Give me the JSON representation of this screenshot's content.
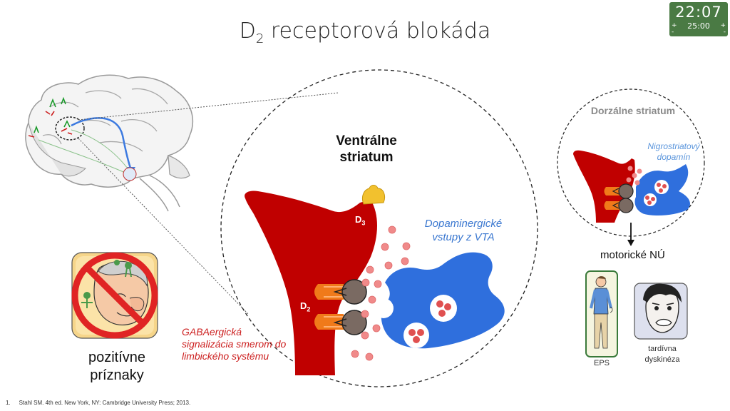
{
  "slide": {
    "title_main": "D",
    "title_sub": "2",
    "title_rest": " receptorová blokáda"
  },
  "timer": {
    "current": "22:07",
    "total": "25:00",
    "plus": "+",
    "minus": "-"
  },
  "labels": {
    "ventral_striatum": "Ventrálne striatum",
    "dorsal_striatum": "Dorzálne striatum",
    "dopaminergic_inputs": "Dopaminergické vstupy z VTA",
    "nigrostriatal": "Nigrostriatový dopamín",
    "d3_base": "D",
    "d3_sub": "3",
    "d2_base": "D",
    "d2_sub": "2",
    "gaba": "GABAergická signalizácia smerom do limbického systému",
    "positive_symptoms": "pozitívne príznaky",
    "motor_side_effects": "motorické NÚ",
    "eps": "EPS",
    "tardive": "tardívna dyskinéza"
  },
  "footnote": {
    "number": "1.",
    "text": "Stahl SM. 4th ed. New York, NY: Cambridge University Press; 2013."
  },
  "colors": {
    "neuron_red": "#c00000",
    "presynaptic_blue": "#2f6fdd",
    "receptor_orange": "#f07a1a",
    "d3_yellow": "#f2c12e",
    "dopamine_dot": "#f08080",
    "antagonist_brown": "#7a6a62",
    "timer_green": "#4a7a44"
  },
  "icons": {
    "brain": "brain-sagittal-icon",
    "no_symbol": "prohibition-sign-icon",
    "eps_figure": "standing-man-icon",
    "tardive_face": "grimacing-face-icon"
  }
}
